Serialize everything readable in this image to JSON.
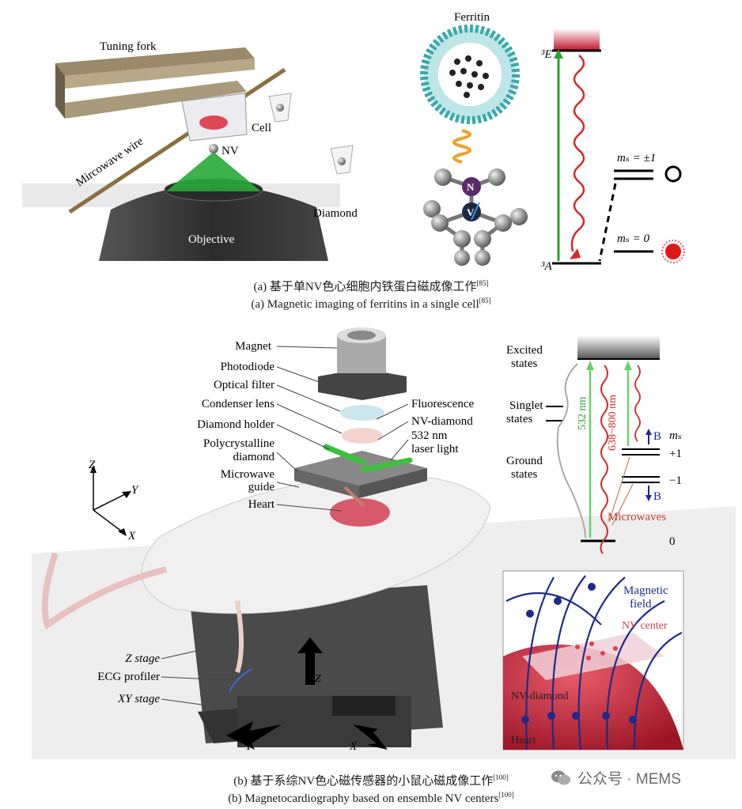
{
  "panel_a": {
    "labels": {
      "tuning_fork": "Tuning fork",
      "ferritin": "Ferritin",
      "cell": "Cell",
      "nv": "NV",
      "microwave_wire": "Mircowave wire",
      "diamond": "Diamond",
      "objective": "Objective",
      "level_E": "³E",
      "level_A": "³A",
      "ms_pm1": "mₛ = ±1",
      "ms_0": "mₛ = 0",
      "atom_N": "N",
      "atom_V": "V"
    },
    "caption_cn": "(a) 基于单NV色心细胞内铁蛋白磁成像工作",
    "caption_en": "(a) Magnetic imaging of ferritins in a single cell",
    "ref": "[85]"
  },
  "panel_b": {
    "labels": {
      "magnet": "Magnet",
      "photodiode": "Photodiode",
      "optical_filter": "Optical filter",
      "condenser_lens": "Condenser lens",
      "diamond_holder": "Diamond holder",
      "polycrystalline_1": "Polycrystalline",
      "polycrystalline_2": "diamond",
      "microwave_guide_1": "Microwave",
      "microwave_guide_2": "guide",
      "heart": "Heart",
      "fluorescence": "Fluorescence",
      "nv_diamond": "NV-diamond",
      "laser_1": "532 nm",
      "laser_2": "laser light",
      "z_stage": "Z stage",
      "ecg_profiler": "ECG profiler",
      "xy_stage": "XY stage",
      "axis_z": "Z",
      "axis_y": "Y",
      "axis_x": "X",
      "stage_z": "Z",
      "stage_y": "Y",
      "stage_x": "X",
      "excited_1": "Excited",
      "excited_2": "states",
      "singlet_1": "Singlet",
      "singlet_2": "states",
      "ground_1": "Ground",
      "ground_2": "states",
      "nm532": "532 nm",
      "nm638": "638~800 nm",
      "b_up": "B",
      "b_down": "B",
      "ms": "mₛ",
      "plus1": "+1",
      "minus1": "−1",
      "zero": "0",
      "microwaves": "Microwaves",
      "magnetic_field_1": "Magnetic",
      "magnetic_field_2": "field",
      "nv_center": "NV center",
      "inset_nv_diamond": "NV-diamond",
      "inset_heart": "Heart"
    },
    "caption_cn": "(b) 基于系综NV色心磁传感器的小鼠心磁成像工作",
    "caption_en": "(b) Magnetocardiography based on ensemble NV centers",
    "ref": "[100]"
  },
  "watermark": {
    "text": "公众号 · MEMS",
    "icon": "wechat-icon"
  },
  "colors": {
    "green": "#2aa22a",
    "red": "#d42a2a",
    "navy": "#1e2a8a",
    "teal": "#49b5b5",
    "orange": "#f0a030"
  }
}
